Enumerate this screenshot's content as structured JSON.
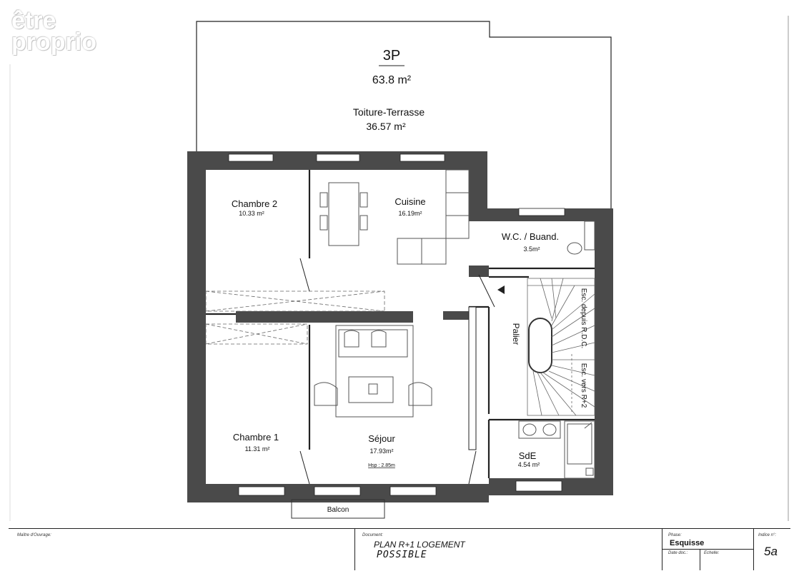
{
  "logo": {
    "line1": "être",
    "line2": "proprio"
  },
  "plan": {
    "type_label": "3P",
    "total_area": "63.8 m²",
    "terrace": {
      "name": "Toiture-Terrasse",
      "area": "36.57 m²"
    },
    "rooms": [
      {
        "id": "chambre-2",
        "name": "Chambre 2",
        "area": "10.33 m²"
      },
      {
        "id": "cuisine",
        "name": "Cuisine",
        "area": "16.19m²"
      },
      {
        "id": "wc",
        "name": "W.C. / Buand.",
        "area": "3.5m²"
      },
      {
        "id": "chambre-1",
        "name": "Chambre 1",
        "area": "11.31 m²"
      },
      {
        "id": "sejour",
        "name": "Séjour",
        "area": "17.93m²",
        "note": "Hsp : 2.85m"
      },
      {
        "id": "sde",
        "name": "SdE",
        "area": "4.54 m²"
      }
    ],
    "palier": "Palier",
    "stairs_down": "Esc. depuis R.D.C.",
    "stairs_up": "Esc. vers R+2",
    "balcon": "Balcon"
  },
  "titleblock": {
    "owner_label": "Maître d'Ouvrage:",
    "document_label": "Document:",
    "document_title": "PLAN R+1 LOGEMENT",
    "handwritten": "POSSIBLE",
    "phase_label": "Phase:",
    "phase_value": "Esquisse",
    "date_label": "Date doc.:",
    "scale_label": "Echelle:",
    "index_label": "Indice n°:",
    "index_value": "5a"
  }
}
